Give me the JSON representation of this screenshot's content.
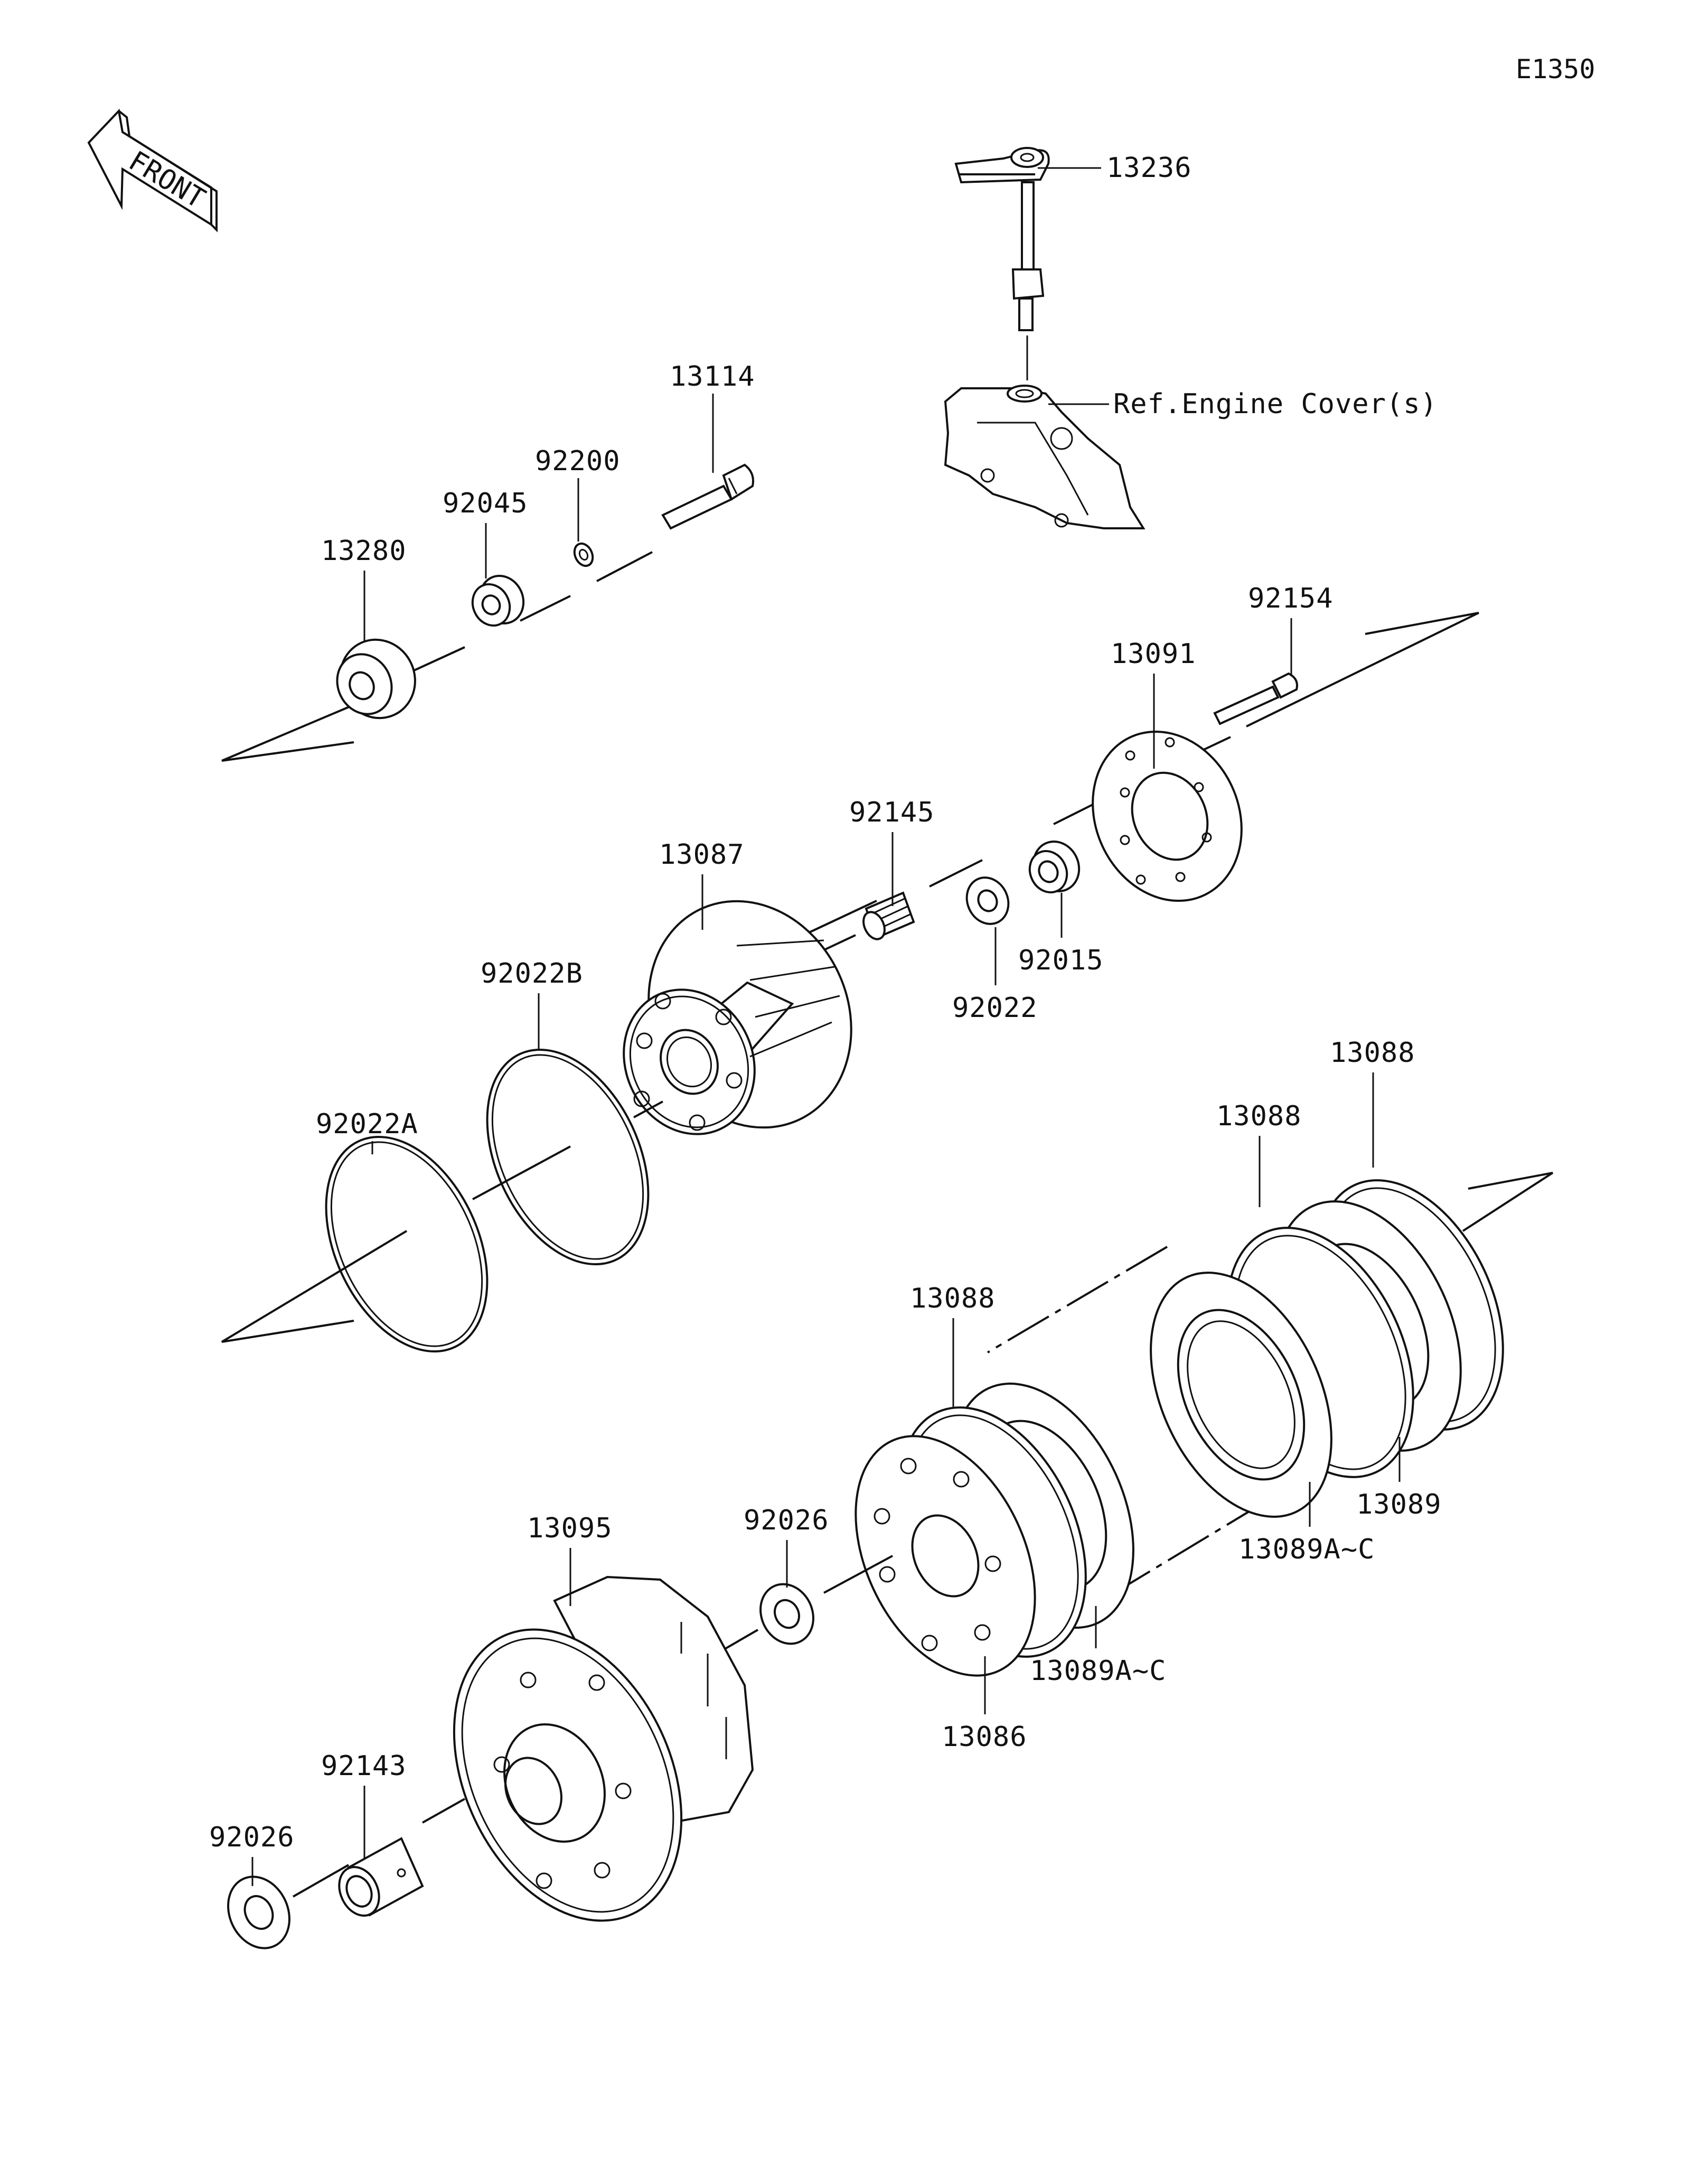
{
  "diagram_code": "E1350",
  "front_arrow_label": "FRONT",
  "reference_label": "Ref.Engine Cover(s)",
  "labels": {
    "p13236": "13236",
    "p13114": "13114",
    "p92200": "92200",
    "p92045": "92045",
    "p13280": "13280",
    "p92154": "92154",
    "p13091": "13091",
    "p92145": "92145",
    "p13087": "13087",
    "p92022B": "92022B",
    "p92022A": "92022A",
    "p92022": "92022",
    "p92015": "92015",
    "p13088_right": "13088",
    "p13088_mid": "13088",
    "p13088_left": "13088",
    "p13089": "13089",
    "p13089AC_right": "13089A~C",
    "p13089AC_left": "13089A~C",
    "p92026_mid": "92026",
    "p13095": "13095",
    "p13086": "13086",
    "p92143": "92143",
    "p92026_left": "92026"
  }
}
